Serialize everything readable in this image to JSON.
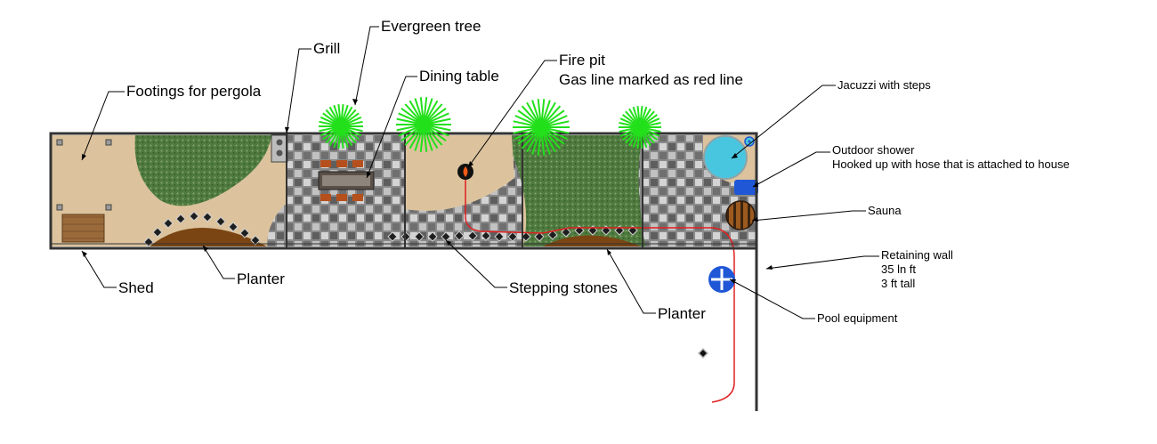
{
  "labels": {
    "evergreen_tree": "Evergreen tree",
    "grill": "Grill",
    "footings_for_pergola": "Footings for pergola",
    "dining_table": "Dining table",
    "fire_pit": "Fire pit",
    "gas_line_note": "Gas line marked as red line",
    "jacuzzi_with_steps": "Jacuzzi with steps",
    "outdoor_shower": "Outdoor shower",
    "outdoor_shower_note": "Hooked up with hose that is attached to house",
    "sauna": "Sauna",
    "retaining_wall": "Retaining wall",
    "retaining_wall_length": "35 ln ft",
    "retaining_wall_height": "3 ft tall",
    "pool_equipment": "Pool equipment",
    "shed": "Shed",
    "planter_left": "Planter",
    "stepping_stones": "Stepping stones",
    "planter_right": "Planter"
  },
  "colors": {
    "sand": "#dcc39d",
    "lawn": "#4f7a3f",
    "paver": "#8f8f8f",
    "planter": "#7a4512",
    "shed": "#9a6a3b",
    "tree": "#22e01a",
    "gas_line": "#e02020",
    "jacuzzi": "#49c6df",
    "shower": "#1f57d6",
    "pool_equipment": "#1f57d6",
    "wall": "#333333"
  }
}
